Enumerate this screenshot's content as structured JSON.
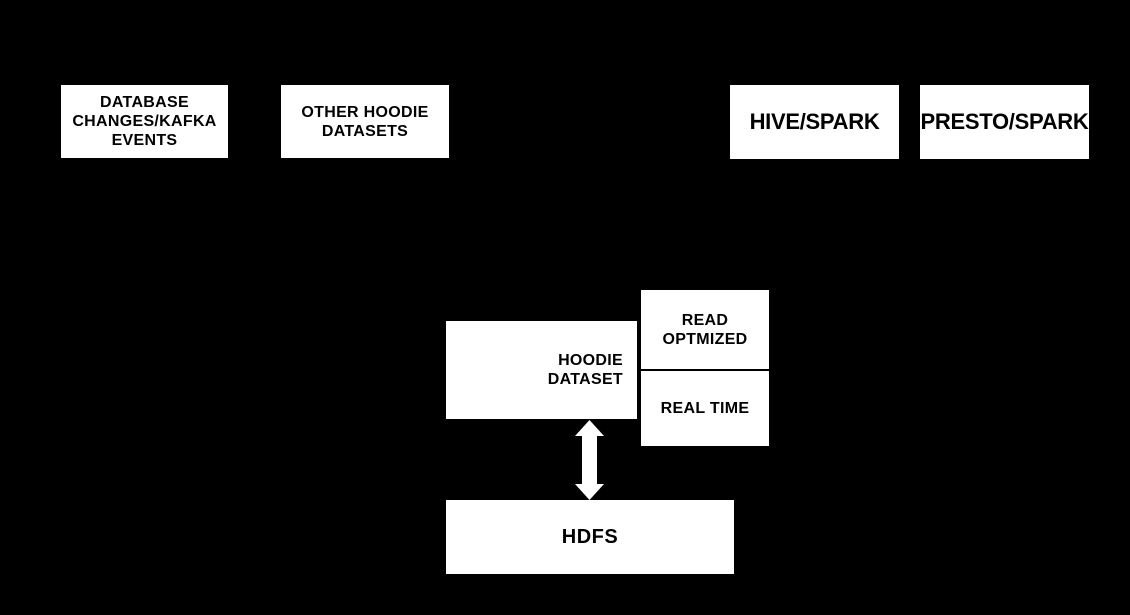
{
  "diagram": {
    "description": "Hoodie (Hudi) dataset architecture diagram on black background",
    "colors": {
      "background": "#000000",
      "node_fill": "#ffffff",
      "node_text": "#000000",
      "arrow": "#ffffff"
    },
    "nodes": {
      "database_changes": {
        "line1": "DATABASE",
        "line2": "CHANGES/KAFKA",
        "line3": "EVENTS"
      },
      "other_hoodie_datasets": {
        "line1": "OTHER HOODIE",
        "line2": "DATASETS"
      },
      "hive_spark": {
        "label": "HIVE/SPARK"
      },
      "presto_spark": {
        "label": "PRESTO/SPARK"
      },
      "hoodie_dataset": {
        "line1": "HOODIE",
        "line2": "DATASET"
      },
      "read_optimized": {
        "line1": "READ",
        "line2": "OPTMIZED"
      },
      "real_time": {
        "label": "REAL TIME"
      },
      "hdfs": {
        "label": "HDFS"
      }
    },
    "connectors": [
      {
        "name": "hoodie-dataset-to-hdfs-arrow",
        "type": "double-headed-vertical-arrow",
        "from": "hoodie_dataset",
        "to": "hdfs"
      }
    ]
  }
}
